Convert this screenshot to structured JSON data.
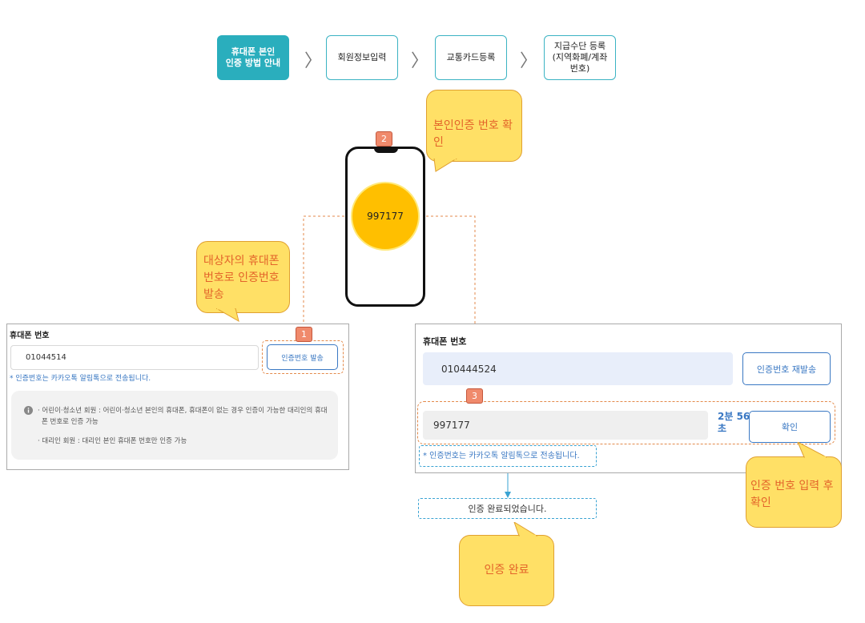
{
  "steps": [
    {
      "label": "휴대폰 본인\n인증 방법 안내",
      "active": true
    },
    {
      "label": "회원정보입력",
      "active": false
    },
    {
      "label": "교통카드등록",
      "active": false
    },
    {
      "label": "지급수단 등록\n(지역화폐/계좌\n번호)",
      "active": false
    }
  ],
  "chevron": "〉",
  "callouts": {
    "check_code": "본인인증 번호 확인",
    "send_code": "대상자의 휴대폰\n번호로 인증번호\n발송",
    "enter_confirm": "인증 번호 입력 후\n확인",
    "done": "인증 완료"
  },
  "badges": [
    "1",
    "2",
    "3"
  ],
  "phone": {
    "otp": "997177"
  },
  "left_panel": {
    "label": "휴대폰 번호",
    "phone_value": "01044514",
    "send_button": "인증번호 발송",
    "note": "* 인증번호는 카카오톡 알림톡으로 전송됩니다.",
    "info_icon": "info-icon",
    "info_lines": [
      "· 어린이·청소년 회원 : 어린이·청소년 본인의 휴대폰, 휴대폰이 없는 경우 인증이 가능한 대리인의 휴대",
      "폰 번호로 인증 가능",
      "· 대리인 회원 : 대리인 본인 휴대폰 번호만 인증 가능"
    ]
  },
  "right_panel": {
    "label": "휴대폰 번호",
    "phone_value": "010444524",
    "resend_button": "인증번호 재발송",
    "code_value": "997177",
    "timer": "2분 56\n초",
    "confirm_button": "확인",
    "note": "* 인증번호는 카카오톡 알림톡으로 전송됩니다."
  },
  "complete_message": "인증 완료되었습니다.",
  "colors": {
    "teal": "#2aaebd",
    "callout_fill": "#ffe066",
    "callout_text": "#e3642a",
    "badge": "#f08a6c",
    "blue": "#3a78c3",
    "otp": "#ffbf00"
  }
}
